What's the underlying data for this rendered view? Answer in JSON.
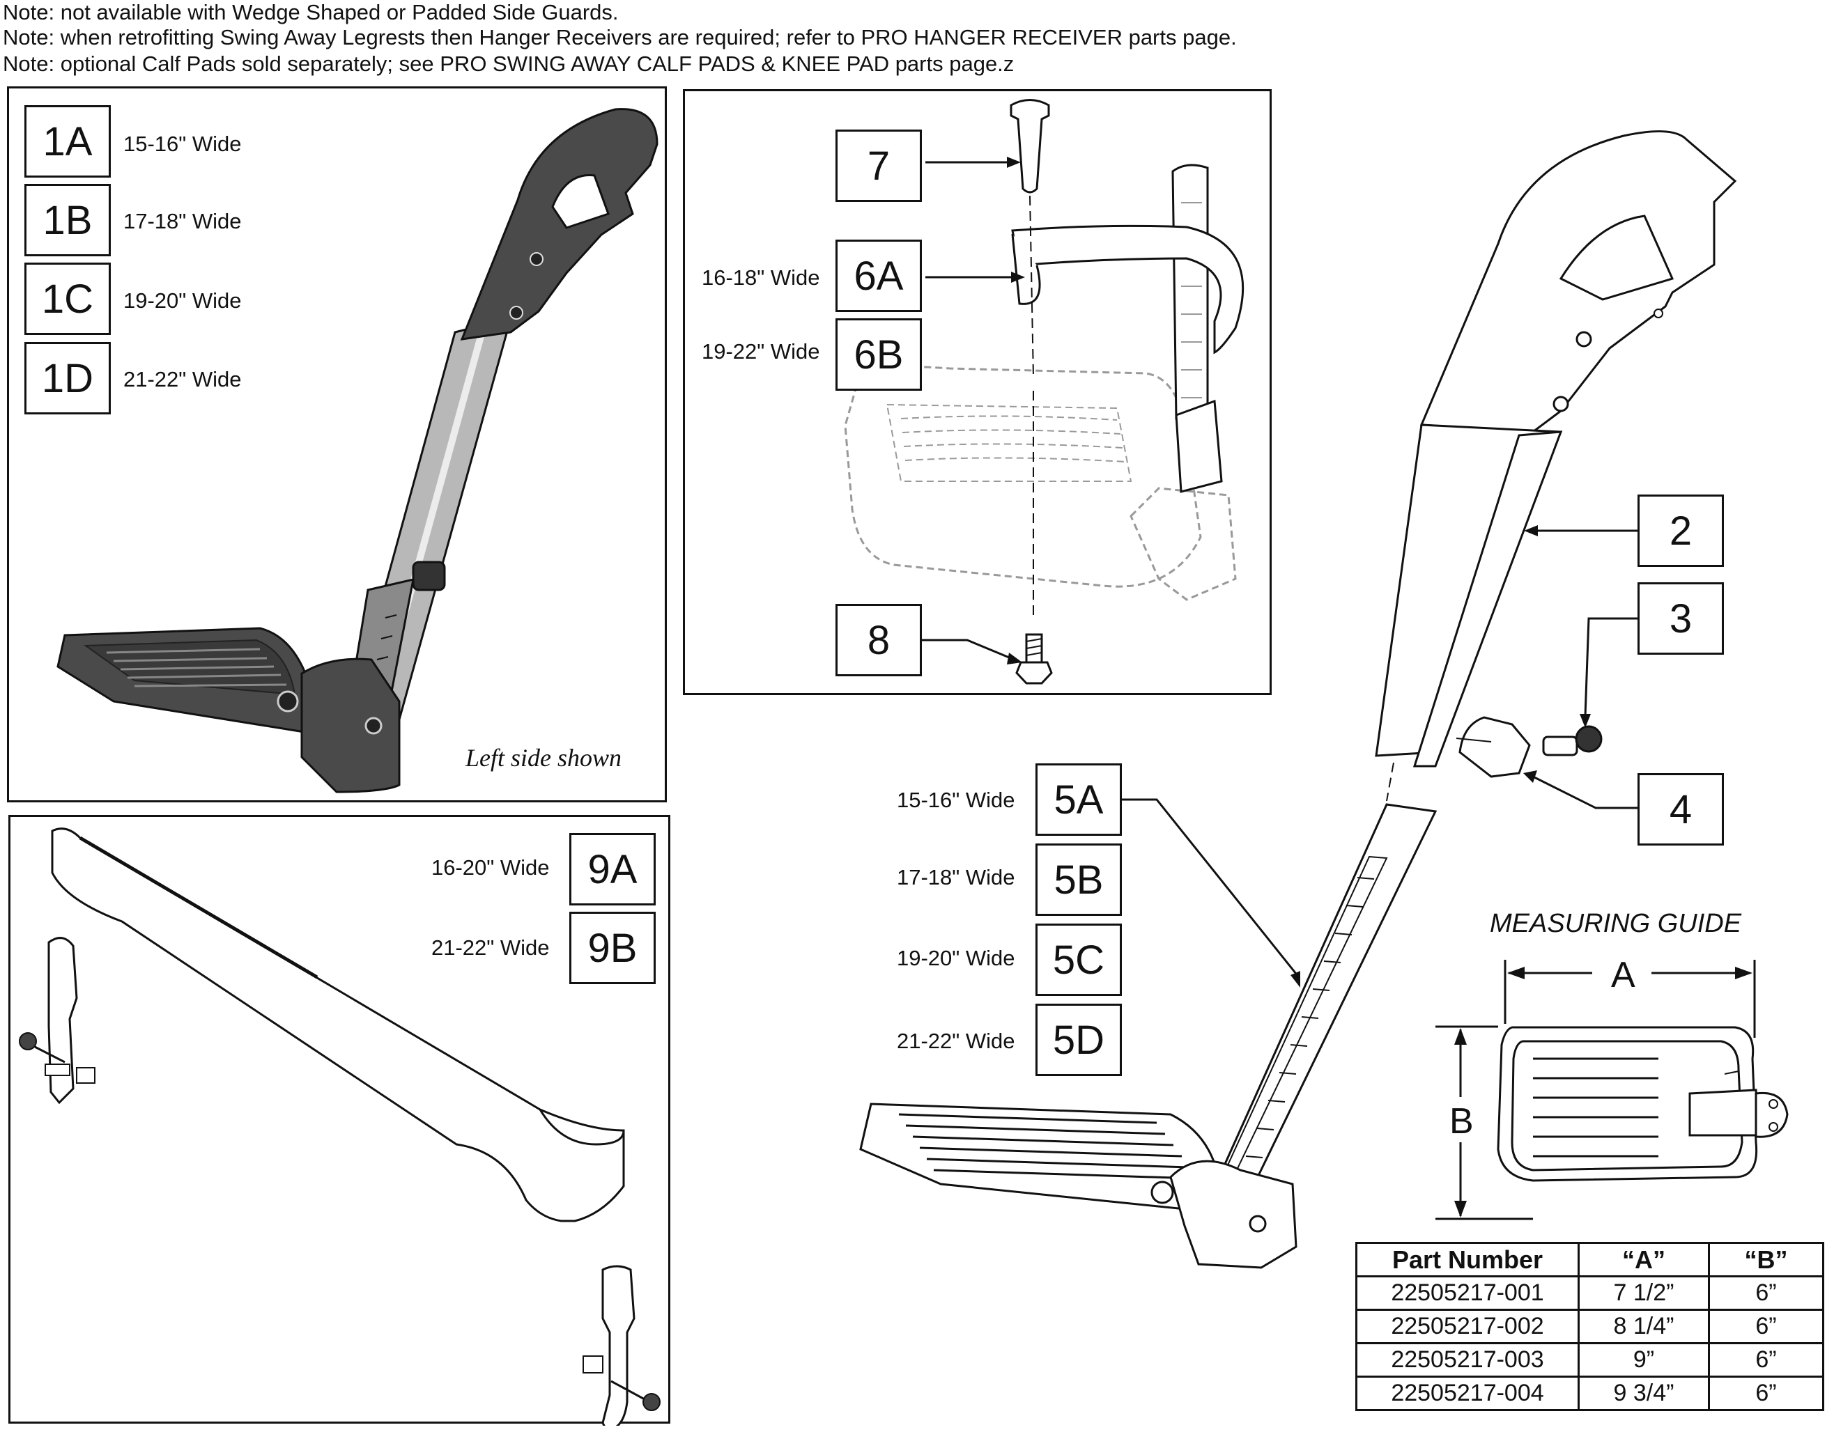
{
  "notes": [
    "Note: not available with Wedge Shaped or Padded Side Guards.",
    "Note: when retrofitting Swing Away Legrests then Hanger Receivers are required; refer to PRO HANGER RECEIVER parts page.",
    "Note: optional Calf Pads sold separately; see PRO SWING AWAY CALF PADS & KNEE PAD parts page.z"
  ],
  "panel_legrest": {
    "items": [
      {
        "code": "1A",
        "width": "15-16\" Wide"
      },
      {
        "code": "1B",
        "width": "17-18\" Wide"
      },
      {
        "code": "1C",
        "width": "19-20\" Wide"
      },
      {
        "code": "1D",
        "width": "21-22\" Wide"
      }
    ],
    "caption": "Left side shown"
  },
  "panel_heel_loop": {
    "items": [
      {
        "code": "6A",
        "width": "16-18\" Wide"
      },
      {
        "code": "6B",
        "width": "19-22\" Wide"
      }
    ],
    "callouts": [
      "7",
      "8"
    ]
  },
  "panel_calf_strap": {
    "items": [
      {
        "code": "9A",
        "width": "16-20\" Wide"
      },
      {
        "code": "9B",
        "width": "21-22\" Wide"
      }
    ]
  },
  "exploded": {
    "callouts": [
      "2",
      "3",
      "4"
    ],
    "footplates": [
      {
        "code": "5A",
        "width": "15-16\" Wide"
      },
      {
        "code": "5B",
        "width": "17-18\" Wide"
      },
      {
        "code": "5C",
        "width": "19-20\" Wide"
      },
      {
        "code": "5D",
        "width": "21-22\" Wide"
      }
    ]
  },
  "measuring_guide": {
    "title": "MEASURING GUIDE",
    "dim_a": "A",
    "dim_b": "B"
  },
  "parts_table": {
    "headers": [
      "Part Number",
      "“A”",
      "“B”"
    ],
    "rows": [
      [
        "22505217-001",
        "7 1/2”",
        "6”"
      ],
      [
        "22505217-002",
        "8 1/4”",
        "6”"
      ],
      [
        "22505217-003",
        "9”",
        "6”"
      ],
      [
        "22505217-004",
        "9 3/4”",
        "6”"
      ]
    ]
  },
  "colors": {
    "line": "#111111",
    "dark_part": "#4a4a4a",
    "metal": "#b8b8b8",
    "dashed": "#999999"
  }
}
